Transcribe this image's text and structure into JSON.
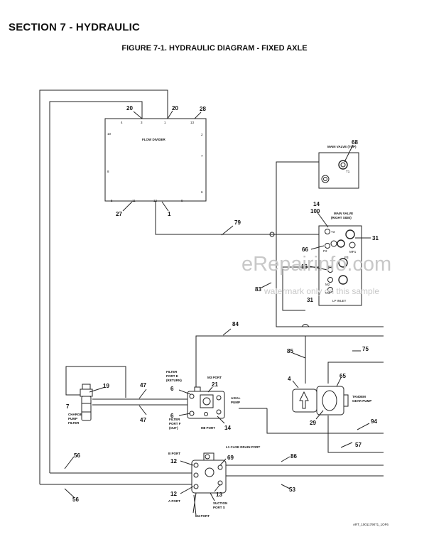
{
  "section_title": "SECTION 7 - HYDRAULIC",
  "figure_title": "FIGURE 7-1. HYDRAULIC DIAGRAM - FIXED AXLE",
  "flow_divider": {
    "label": "FLOW DIVIDER",
    "pins": [
      "4",
      "3",
      "1",
      "13",
      "10",
      "2",
      "7",
      "8",
      "6",
      "5",
      "11",
      "12",
      "9"
    ]
  },
  "main_valve_top": {
    "label": "MAIN VALVE (TOP)",
    "port": "T1"
  },
  "main_valve_right": {
    "label_line1": "MAIN VALVE",
    "label_line2": "(RIGHT SIDE)",
    "ports": [
      "T3",
      "P2",
      "MP1",
      "P3",
      "PS",
      "M2",
      "M3"
    ],
    "bottom_label": "LP INLET"
  },
  "filter": {
    "label_line1": "CHARGE",
    "label_line2": "PUMP",
    "label_line3": "FILTER"
  },
  "axial_pump": {
    "label_line1": "AXIAL",
    "label_line2": "PUMP",
    "filter_port_e": [
      "FILTER",
      "PORT E",
      "(RETURN)"
    ],
    "filter_port_f": [
      "FILTER",
      "PORT F",
      "(OUT)"
    ],
    "m3_port": "M3 PORT",
    "m8_port": "M8 PORT"
  },
  "tandem_pump": {
    "label_line1": "TANDEM",
    "label_line2": "GEAR PUMP"
  },
  "drive_pump": {
    "b_port": "B PORT",
    "a_port": "A PORT",
    "l1_port": "L1 CASE DRAIN PORT",
    "suction_port": [
      "SUCTION",
      "PORT S"
    ],
    "m4_port": "M4 PORT"
  },
  "callouts": {
    "c20a": "20",
    "c20b": "20",
    "c28": "28",
    "c27": "27",
    "c1": "1",
    "c68": "68",
    "c14": "14",
    "c100": "100",
    "c31a": "31",
    "c66": "66",
    "c16": "16",
    "c31b": "31",
    "c79": "79",
    "c83": "83",
    "c84": "84",
    "c85": "85",
    "c75": "75",
    "c4": "4",
    "c65": "65",
    "c29": "29",
    "c94": "94",
    "c57": "57",
    "c7": "7",
    "c19": "19",
    "c47a": "47",
    "c47b": "47",
    "c6a": "6",
    "c6b": "6",
    "c21": "21",
    "c14b": "14",
    "c56a": "56",
    "c56b": "56",
    "c12a": "12",
    "c12b": "12",
    "c69": "69",
    "c13": "13",
    "c86": "86",
    "c53": "53"
  },
  "watermark": {
    "main": "eRepairinfo.com",
    "sub": "watermark only on this sample"
  },
  "art_ref": "ART_1001179071_1OF6"
}
